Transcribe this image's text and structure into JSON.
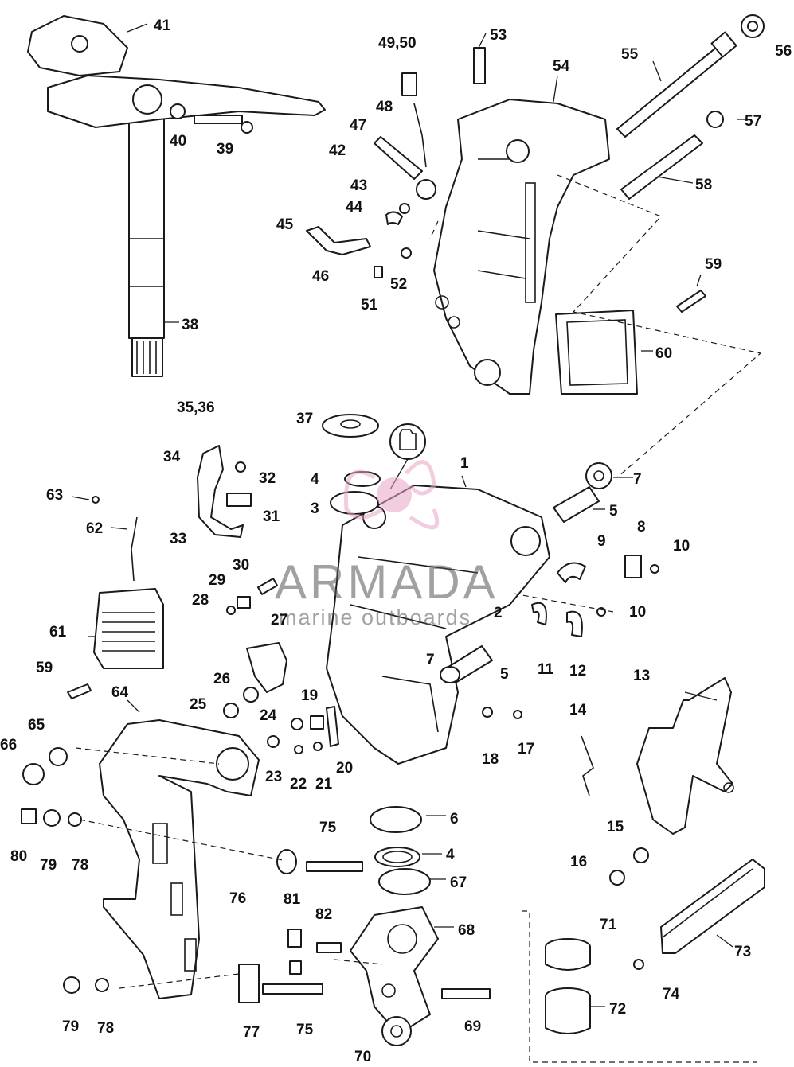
{
  "watermark": {
    "brand": "ARMADA",
    "tagline": "marine outboards",
    "accent_color": "#e8a6c6",
    "icon": "propeller-logo-icon"
  },
  "symbols": [
    {
      "name": "grease-application-icon"
    }
  ],
  "colors": {
    "line": "#1a1a1a",
    "background": "#ffffff"
  },
  "callouts": [
    {
      "label": "1"
    },
    {
      "label": "2"
    },
    {
      "label": "3"
    },
    {
      "label": "4"
    },
    {
      "label": "4"
    },
    {
      "label": "5"
    },
    {
      "label": "5"
    },
    {
      "label": "6"
    },
    {
      "label": "7"
    },
    {
      "label": "7"
    },
    {
      "label": "8"
    },
    {
      "label": "9"
    },
    {
      "label": "10"
    },
    {
      "label": "10"
    },
    {
      "label": "11"
    },
    {
      "label": "12"
    },
    {
      "label": "13"
    },
    {
      "label": "14"
    },
    {
      "label": "15"
    },
    {
      "label": "16"
    },
    {
      "label": "17"
    },
    {
      "label": "18"
    },
    {
      "label": "19"
    },
    {
      "label": "20"
    },
    {
      "label": "21"
    },
    {
      "label": "22"
    },
    {
      "label": "23"
    },
    {
      "label": "24"
    },
    {
      "label": "25"
    },
    {
      "label": "26"
    },
    {
      "label": "27"
    },
    {
      "label": "28"
    },
    {
      "label": "29"
    },
    {
      "label": "30"
    },
    {
      "label": "31"
    },
    {
      "label": "32"
    },
    {
      "label": "33"
    },
    {
      "label": "34"
    },
    {
      "label": "35,36"
    },
    {
      "label": "37"
    },
    {
      "label": "38"
    },
    {
      "label": "39"
    },
    {
      "label": "40"
    },
    {
      "label": "41"
    },
    {
      "label": "42"
    },
    {
      "label": "43"
    },
    {
      "label": "44"
    },
    {
      "label": "45"
    },
    {
      "label": "46"
    },
    {
      "label": "47"
    },
    {
      "label": "48"
    },
    {
      "label": "49,50"
    },
    {
      "label": "51"
    },
    {
      "label": "52"
    },
    {
      "label": "53"
    },
    {
      "label": "54"
    },
    {
      "label": "55"
    },
    {
      "label": "56"
    },
    {
      "label": "57"
    },
    {
      "label": "58"
    },
    {
      "label": "59"
    },
    {
      "label": "59"
    },
    {
      "label": "60"
    },
    {
      "label": "61"
    },
    {
      "label": "62"
    },
    {
      "label": "63"
    },
    {
      "label": "64"
    },
    {
      "label": "65"
    },
    {
      "label": "66"
    },
    {
      "label": "67"
    },
    {
      "label": "68"
    },
    {
      "label": "69"
    },
    {
      "label": "70"
    },
    {
      "label": "71"
    },
    {
      "label": "72"
    },
    {
      "label": "73"
    },
    {
      "label": "74"
    },
    {
      "label": "75"
    },
    {
      "label": "75"
    },
    {
      "label": "76"
    },
    {
      "label": "77"
    },
    {
      "label": "78"
    },
    {
      "label": "78"
    },
    {
      "label": "79"
    },
    {
      "label": "79"
    },
    {
      "label": "80"
    },
    {
      "label": "81"
    },
    {
      "label": "82"
    }
  ]
}
